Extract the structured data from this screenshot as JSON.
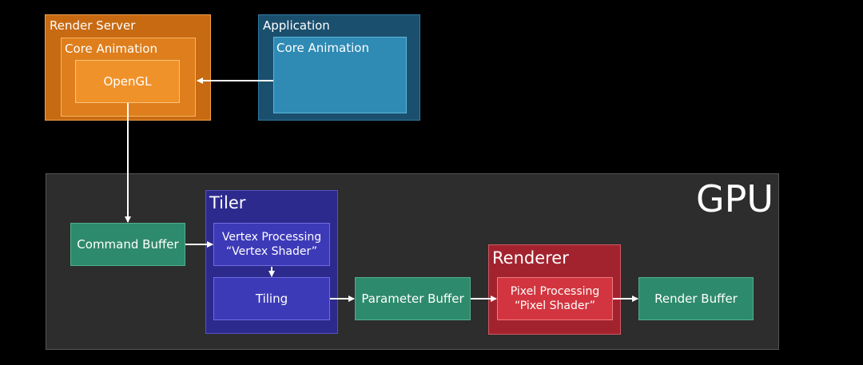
{
  "render_server": {
    "title": "Render Server",
    "core_animation": "Core Animation",
    "opengl": "OpenGL"
  },
  "application": {
    "title": "Application",
    "core_animation": "Core Animation"
  },
  "gpu": {
    "title": "GPU",
    "command_buffer": "Command Buffer",
    "tiler": {
      "title": "Tiler",
      "vertex_processing_line1": "Vertex Processing",
      "vertex_processing_line2": "“Vertex Shader”",
      "tiling": "Tiling"
    },
    "parameter_buffer": "Parameter Buffer",
    "renderer": {
      "title": "Renderer",
      "pixel_processing_line1": "Pixel Processing",
      "pixel_processing_line2": "“Pixel Shader”"
    },
    "render_buffer": "Render Buffer"
  },
  "colors": {
    "orange_outer": "#c86a12",
    "orange_mid": "#de7e1c",
    "orange_inner": "#f0922a",
    "blue_outer": "#1b4f6e",
    "blue_inner": "#2f8ab4",
    "gpu_bg": "#2d2d2d",
    "green": "#2e8a6c",
    "purple_outer": "#2d2a8e",
    "purple_inner": "#3d3ab8",
    "red_outer": "#a2232e",
    "red_inner": "#d2353f"
  }
}
